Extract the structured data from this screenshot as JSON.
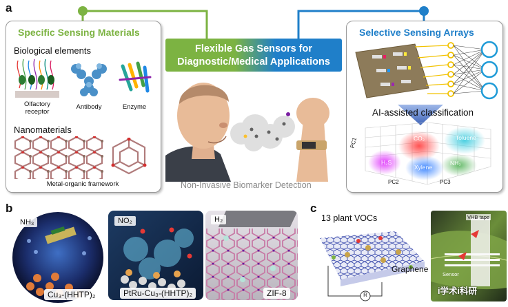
{
  "panel_a": {
    "letter": "a",
    "left_box": {
      "title": "Specific Sensing Materials",
      "bio_heading": "Biological elements",
      "bio_items": [
        "Olfactory\nreceptor",
        "Antibody",
        "Enzyme"
      ],
      "olfactory_label_line1": "Olfactory",
      "olfactory_label_line2": "receptor",
      "antibody_label": "Antibody",
      "enzyme_label": "Enzyme",
      "nano_heading": "Nanomaterials",
      "mof_label": "Metal-organic framework"
    },
    "banner": {
      "line1": "Flexible Gas Sensors for",
      "line2": "Diagnostic/Medical Applications"
    },
    "center_caption": "Non-Invasive Biomarker Detection",
    "right_box": {
      "title": "Selective Sensing Arrays",
      "ai_label": "AI-assisted classification",
      "plot_axes": [
        "PC1",
        "PC2",
        "PC3"
      ],
      "clusters": [
        "CO₂",
        "H₂S",
        "Toluene",
        "Xylene",
        "NH₃"
      ]
    },
    "colors": {
      "green": "#7cb342",
      "blue": "#1f7fc9"
    }
  },
  "panel_b": {
    "letter": "b",
    "image1_gas": "NH₃",
    "image1_material": "Cu₃-(HHTP)₂",
    "image2_gas": "NO₂",
    "image2_material": "PtRu-Cu₃-(HHTP)₂",
    "image3_gas": "H₂",
    "image3_material": "ZIF-8"
  },
  "panel_c": {
    "letter": "c",
    "title": "13 plant VOCs",
    "graphene_label": "Graphene",
    "resistor_label": "R",
    "photo_tape_label": "VHB tape",
    "photo_sensor_label": "Sensor",
    "watermark": "i学术i科研"
  }
}
